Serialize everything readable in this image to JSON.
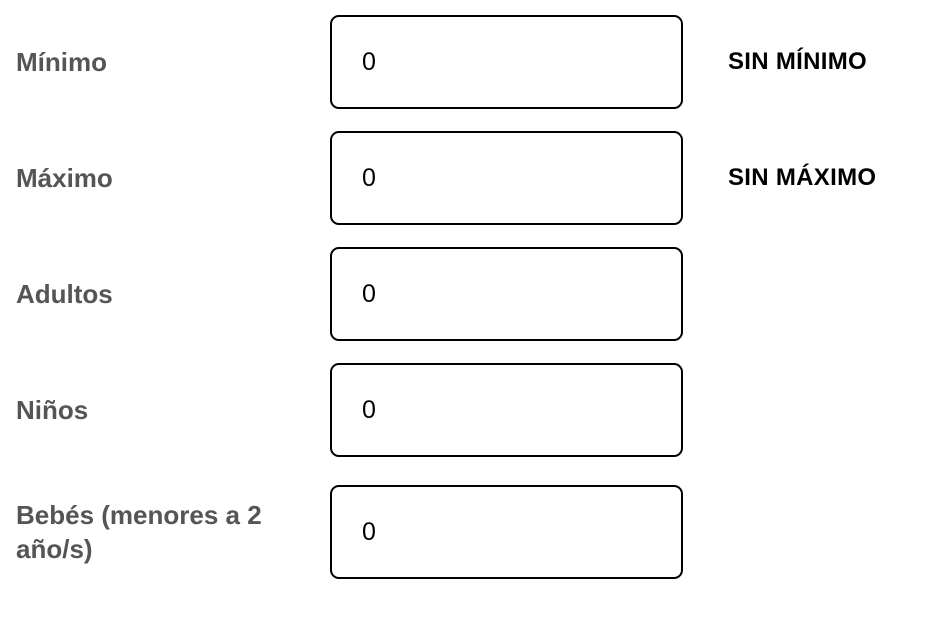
{
  "fields": [
    {
      "label": "Mínimo",
      "value": "0",
      "hint": "SIN MÍNIMO"
    },
    {
      "label": "Máximo",
      "value": "0",
      "hint": "SIN MÁXIMO"
    },
    {
      "label": "Adultos",
      "value": "0"
    },
    {
      "label": "Niños",
      "value": "0"
    },
    {
      "label": "Bebés (menores a 2 año/s)",
      "value": "0"
    }
  ]
}
